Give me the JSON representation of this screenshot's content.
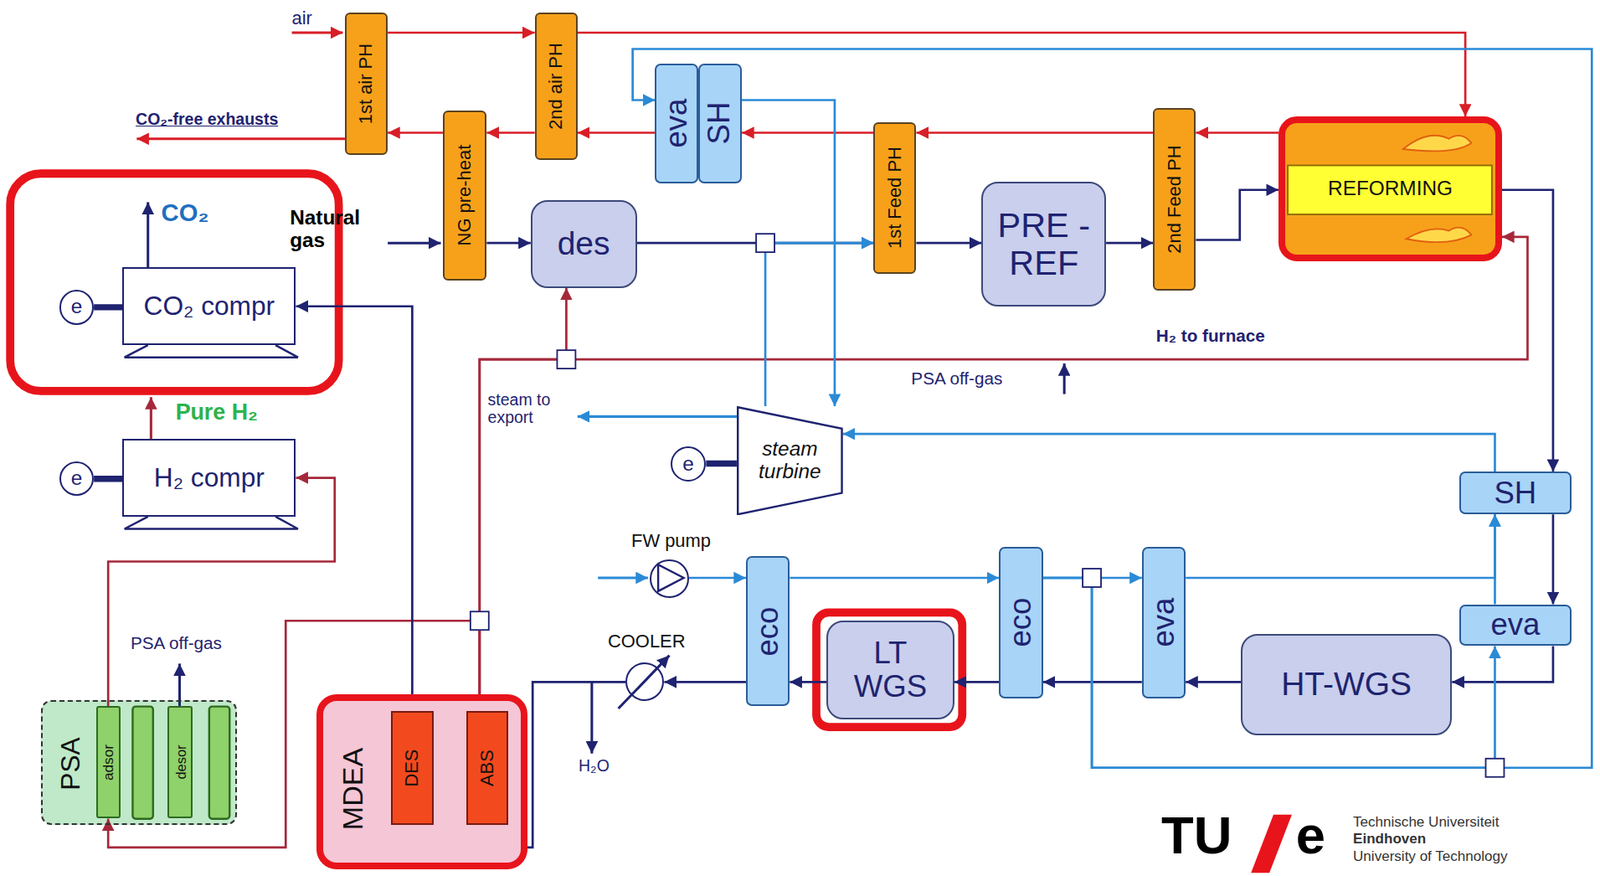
{
  "diagram": {
    "nodes": [
      {
        "text": [
          "1st air PH"
        ]
      },
      {
        "text": [
          "2nd air PH"
        ]
      },
      {
        "text": [
          "eva"
        ]
      },
      {
        "text": [
          "SH"
        ]
      },
      {
        "text": [
          "NG pre-heat"
        ]
      },
      {
        "text": [
          "des"
        ]
      },
      {
        "text": [
          "1st Feed PH"
        ]
      },
      {
        "text": [
          "PRE -REF"
        ]
      },
      {
        "text": [
          "2nd Feed PH"
        ]
      },
      {
        "text": [
          "REFORMING"
        ]
      },
      {
        "text": [
          "CO₂ compr"
        ]
      },
      {
        "text": [
          "e"
        ]
      },
      {
        "text": [
          "H₂ compr"
        ]
      },
      {
        "text": [
          "e"
        ]
      },
      {
        "text": [
          "steam turbine"
        ]
      },
      {
        "text": [
          "e"
        ]
      },
      {
        "text": [
          "MDEA"
        ]
      },
      {
        "text": [
          "DES"
        ],
        "in": 16
      },
      {
        "text": [
          "ABS"
        ],
        "in": 16
      },
      {
        "text": [
          "PSA"
        ]
      },
      {
        "text": [
          "adsor"
        ],
        "in": 19
      },
      {
        "text": [
          "desor"
        ],
        "in": 19
      },
      {
        "text": [
          "eco"
        ]
      },
      {
        "text": [
          "LT WGS"
        ]
      },
      {
        "text": [
          "eco"
        ]
      },
      {
        "text": [
          "eva"
        ]
      },
      {
        "text": [
          "HT-WGS"
        ]
      },
      {
        "text": [
          "SH"
        ]
      },
      {
        "text": [
          "eva"
        ]
      },
      {
        "text": [
          "COOLER"
        ]
      },
      {
        "text": [
          "FW pump"
        ]
      }
    ],
    "edges": [
      {
        "from": 0,
        "to": 1,
        "arrow": "to"
      },
      {
        "from": 1,
        "to": 9,
        "arrow": "to"
      },
      {
        "from": 9,
        "to": 8,
        "arrow": "to"
      },
      {
        "from": 8,
        "to": 6,
        "arrow": "to"
      },
      {
        "from": 6,
        "to": 3,
        "arrow": "to"
      },
      {
        "from": 2,
        "to": 1,
        "arrow": "to"
      },
      {
        "from": 1,
        "to": 4,
        "arrow": "to"
      },
      {
        "from": 4,
        "to": 0,
        "arrow": "to"
      },
      {
        "from": 4,
        "to": 5,
        "arrow": "to"
      },
      {
        "from": 5,
        "to": 6,
        "arrow": "to"
      },
      {
        "from": 6,
        "to": 7,
        "arrow": "to"
      },
      {
        "from": 7,
        "to": 8,
        "arrow": "to"
      },
      {
        "from": 8,
        "to": 9,
        "arrow": "to"
      },
      {
        "from": 9,
        "to": 27,
        "arrow": "to"
      },
      {
        "from": 27,
        "to": 28,
        "arrow": "to"
      },
      {
        "from": 28,
        "to": 26,
        "arrow": "to"
      },
      {
        "from": 26,
        "to": 25,
        "arrow": "to"
      },
      {
        "from": 25,
        "to": 24,
        "arrow": "to"
      },
      {
        "from": 24,
        "to": 23,
        "arrow": "to"
      },
      {
        "from": 23,
        "to": 22,
        "arrow": "to"
      },
      {
        "from": 22,
        "to": 29,
        "arrow": "to"
      },
      {
        "from": 29,
        "to": 18,
        "arrow": "to"
      },
      {
        "from": 18,
        "to": 5,
        "arrow": "to"
      },
      {
        "from": 18,
        "to": 9,
        "arrow": "to"
      },
      {
        "from": 18,
        "to": 20,
        "arrow": "to"
      },
      {
        "from": 20,
        "to": 12,
        "arrow": "to"
      },
      {
        "from": 17,
        "to": 10,
        "arrow": "to"
      },
      {
        "from": 11,
        "to": 10,
        "arrow": "none"
      },
      {
        "from": 13,
        "to": 12,
        "arrow": "none"
      },
      {
        "from": 15,
        "to": 14,
        "arrow": "none"
      },
      {
        "from": 30,
        "to": 22,
        "arrow": "to"
      },
      {
        "from": 22,
        "to": 24,
        "arrow": "to"
      },
      {
        "from": 24,
        "to": 25,
        "arrow": "to"
      },
      {
        "from": 24,
        "to": 28,
        "arrow": "to"
      },
      {
        "from": 24,
        "to": 2,
        "arrow": "to"
      },
      {
        "from": 25,
        "to": 27,
        "arrow": "to"
      },
      {
        "from": 28,
        "to": 27,
        "arrow": "to"
      },
      {
        "from": 27,
        "to": 14,
        "arrow": "to"
      },
      {
        "from": 3,
        "to": 14,
        "arrow": "to"
      },
      {
        "from": 14,
        "to": 6,
        "arrow": "to"
      }
    ],
    "labels": [
      "air",
      "CO₂-free exhausts",
      "Natural gas",
      "CO₂",
      "Pure H₂",
      "H₂ to furnace",
      "PSA off-gas",
      "steam to export",
      "PSA off-gas",
      "H₂O",
      "TU",
      "e",
      "Technische Universiteit",
      "Eindhoven",
      "University of Technology"
    ]
  }
}
